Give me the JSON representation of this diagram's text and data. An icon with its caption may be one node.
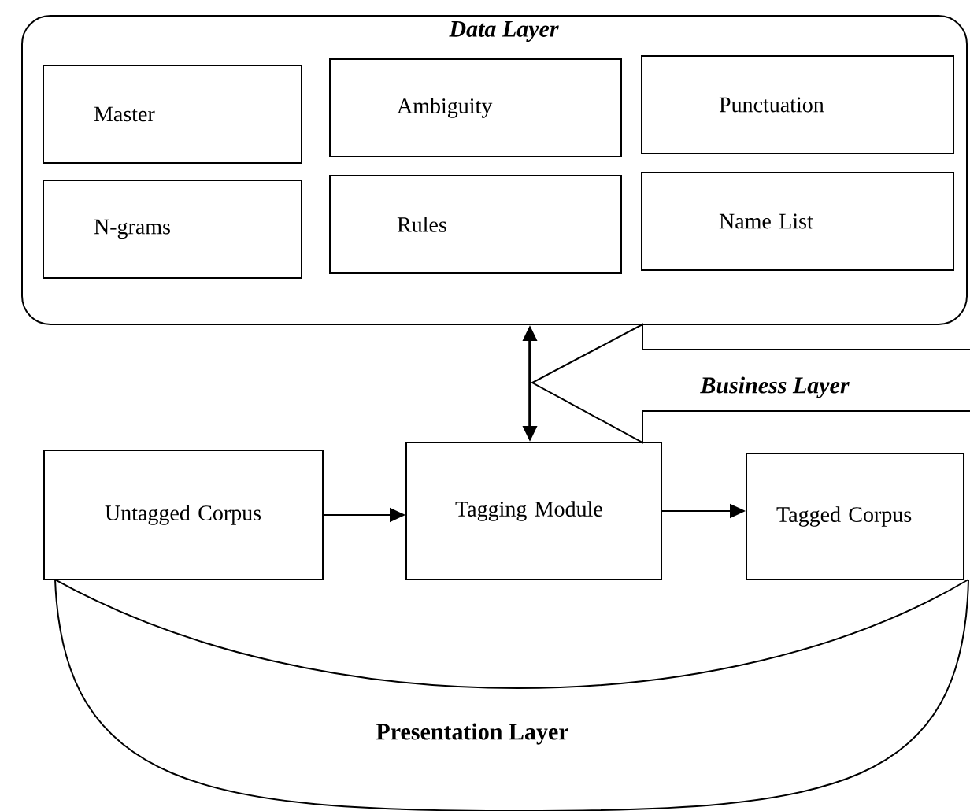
{
  "diagram": {
    "nodes": [
      {
        "text": [
          "Data Layer"
        ]
      },
      {
        "text": [
          "Master"
        ],
        "in": 0
      },
      {
        "text": [
          "Ambiguity"
        ],
        "in": 0
      },
      {
        "text": [
          "Punctuation"
        ],
        "in": 0
      },
      {
        "text": [
          "N-grams"
        ],
        "in": 0
      },
      {
        "text": [
          "Rules"
        ],
        "in": 0
      },
      {
        "text": [
          "Name List"
        ],
        "in": 0
      },
      {
        "text": [
          "Business Layer"
        ]
      },
      {
        "text": [
          "Untagged Corpus"
        ]
      },
      {
        "text": [
          "Tagging Module"
        ]
      },
      {
        "text": [
          "Tagged Corpus"
        ]
      },
      {
        "text": [
          "Presentation Layer"
        ]
      }
    ],
    "edges": [
      {
        "from": 8,
        "to": 9,
        "arrow": "to"
      },
      {
        "from": 9,
        "to": 10,
        "arrow": "to"
      },
      {
        "from": 9,
        "to": 0,
        "arrow": "both"
      }
    ]
  }
}
